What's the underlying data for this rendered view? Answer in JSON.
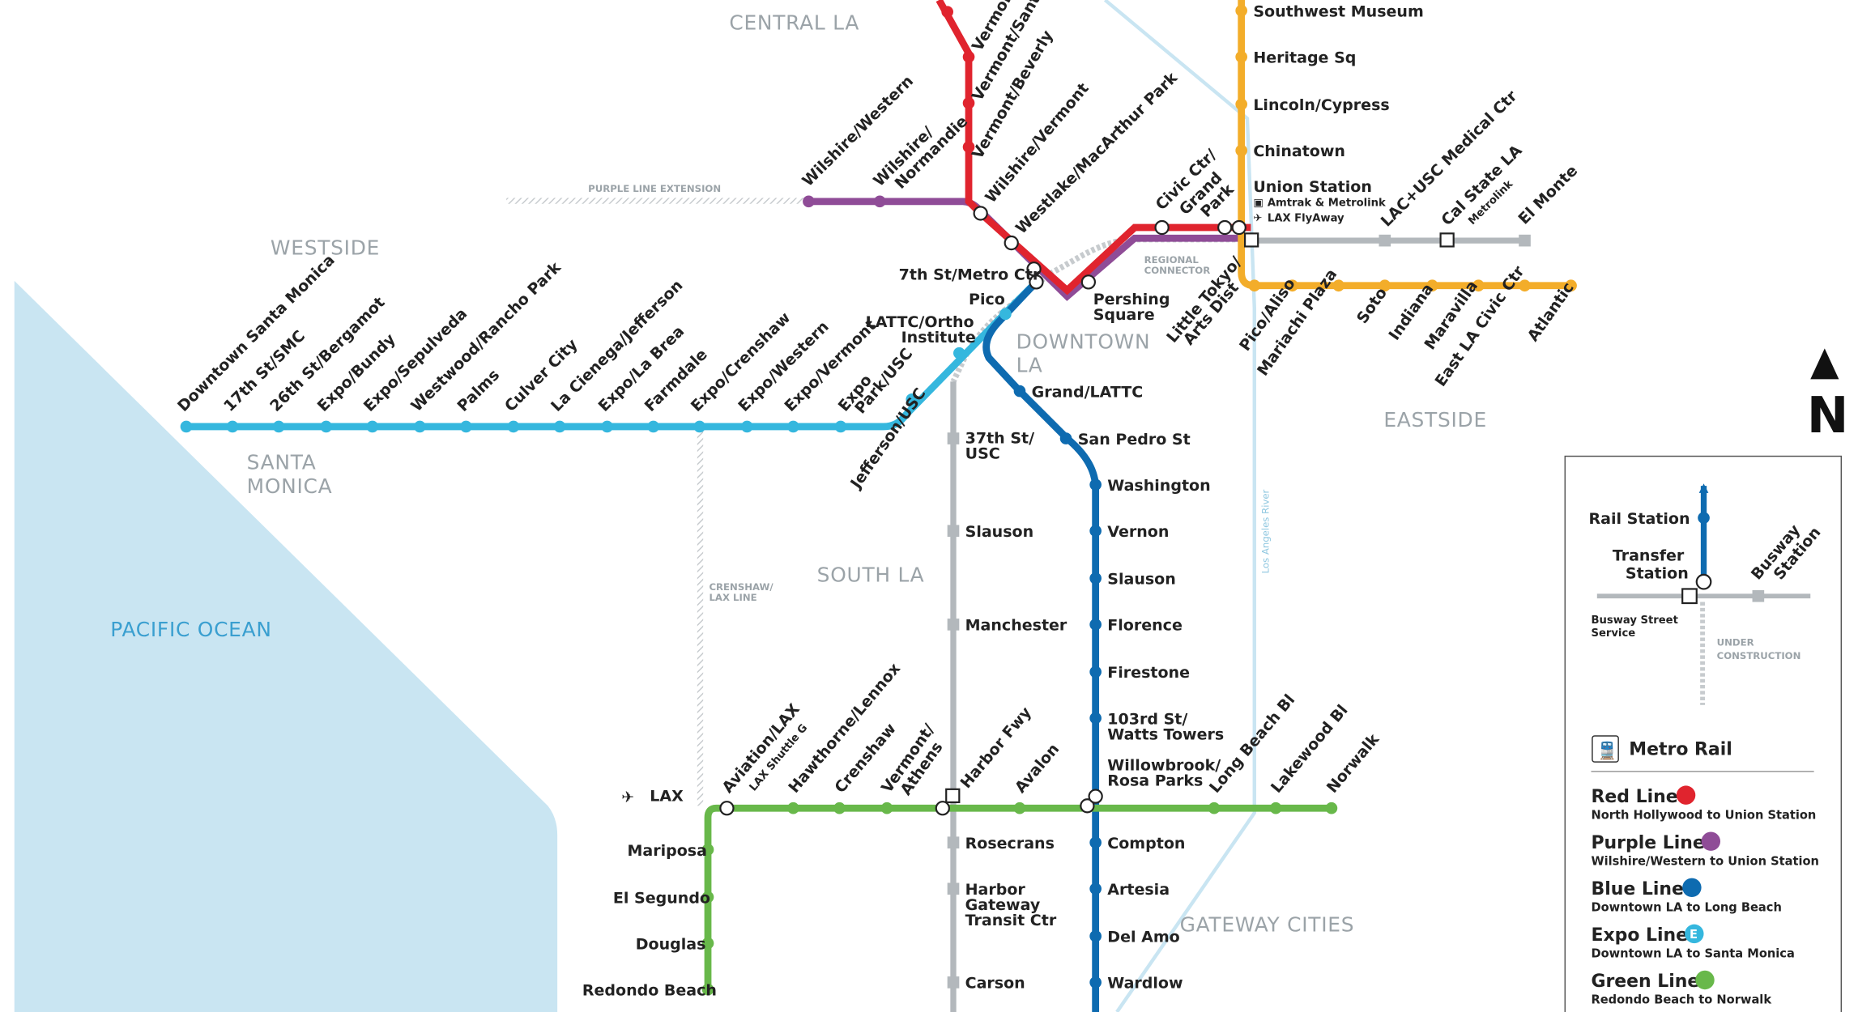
{
  "colors": {
    "red": "#e0242e",
    "purple": "#8f4c97",
    "blue": "#0e6bb0",
    "expo": "#35b7de",
    "green": "#68b84a",
    "gold": "#f3ad2a",
    "busway": "#b3b8bc",
    "ocean": "#c9e5f2",
    "region_text": "#9ba3a8"
  },
  "regions": {
    "central": "CENTRAL LA",
    "westside": "WESTSIDE",
    "santa_monica": [
      "SANTA",
      "MONICA"
    ],
    "downtown": [
      "DOWNTOWN",
      "LA"
    ],
    "eastside": "EASTSIDE",
    "south": "SOUTH LA",
    "gateway": "GATEWAY CITIES",
    "ocean": "PACIFIC OCEAN"
  },
  "annotations": {
    "purple_ext": "PURPLE LINE EXTENSION",
    "regional_connector": [
      "REGIONAL",
      "CONNECTOR"
    ],
    "crenshaw_lax": [
      "CRENSHAW/",
      "LAX LINE"
    ],
    "la_river": "Los Angeles River",
    "north_letter": "N"
  },
  "stations": {
    "red": [
      "Vermont/Sunset",
      "Vermont/Santa Monica",
      "Vermont/Beverly",
      "Wilshire/Vermont",
      "Westlake/MacArthur Park",
      "Civic Ctr/Grand Park"
    ],
    "red_labels": {
      "vermont_sunset": "Vermont/",
      "civic1": "Civic Ctr/",
      "civic2": "Grand",
      "civic3": "Park"
    },
    "purple": {
      "wilshire_western": "Wilshire/Western",
      "normandie1": "Wilshire/",
      "normandie2": "Normandie"
    },
    "hub": {
      "metro_ctr": "7th St/Metro Ctr",
      "pershing1": "Pershing",
      "pershing2": "Square",
      "pico": "Pico",
      "lattc1": "LATTC/Ortho",
      "lattc2": "Institute"
    },
    "gold_north": [
      "Southwest Museum",
      "Heritage Sq",
      "Lincoln/Cypress",
      "Chinatown"
    ],
    "union": {
      "name": "Union Station",
      "amtrak": "Amtrak & Metrolink",
      "flyaway": "LAX FlyAway"
    },
    "gold_east": [
      "Little Tokyo/Arts Dist",
      "Pico/Aliso",
      "Mariachi Plaza",
      "Soto",
      "Indiana",
      "Maravilla",
      "East LA Civic Ctr",
      "Atlantic"
    ],
    "little_tokyo": [
      "Little Tokyo/",
      "Arts Dist"
    ],
    "busway_east": [
      "LAC+USC Medical Ctr",
      "Cal State LA",
      "El Monte"
    ],
    "metrolink": "Metrolink",
    "expo": [
      "Downtown Santa Monica",
      "17th St/SMC",
      "26th St/Bergamot",
      "Expo/Bundy",
      "Expo/Sepulveda",
      "Westwood/Rancho Park",
      "Palms",
      "Culver City",
      "La Cienega/Jefferson",
      "Expo/La Brea",
      "Farmdale",
      "Expo/Crenshaw",
      "Expo/Western",
      "Expo/Vermont",
      "Expo Park/USC",
      "Jefferson/USC"
    ],
    "expo_park": [
      "Expo",
      "Park/USC"
    ],
    "blue": [
      "Grand/LATTC",
      "San Pedro St",
      "Washington",
      "Vernon",
      "Slauson",
      "Florence",
      "Firestone",
      "103rd St/Watts Towers",
      "Willowbrook/Rosa Parks",
      "Compton",
      "Artesia",
      "Del Amo",
      "Wardlow"
    ],
    "watts": [
      "103rd St/",
      "Watts Towers"
    ],
    "willowbrook": [
      "Willowbrook/",
      "Rosa Parks"
    ],
    "silver": [
      "37th St/USC",
      "Slauson",
      "Manchester",
      "Harbor Fwy",
      "Rosecrans",
      "Harbor Gateway Transit Ctr",
      "Carson"
    ],
    "usc37": [
      "37th St/",
      "USC"
    ],
    "harbor_gw": [
      "Harbor",
      "Gateway",
      "Transit Ctr"
    ],
    "green_main": [
      "Aviation/LAX",
      "Hawthorne/Lennox",
      "Crenshaw",
      "Vermont/Athens",
      "Harbor Fwy",
      "Avalon",
      "Long Beach Bl",
      "Lakewood Bl",
      "Norwalk"
    ],
    "vermont_athens": [
      "Vermont/",
      "Athens"
    ],
    "lax_shuttle": "LAX Shuttle G",
    "lax": "LAX",
    "green_south": [
      "Mariposa",
      "El Segundo",
      "Douglas",
      "Redondo Beach"
    ]
  },
  "legend": {
    "rail_station": "Rail Station",
    "transfer": [
      "Transfer",
      "Station"
    ],
    "busway": [
      "Busway",
      "Station"
    ],
    "busway_street": [
      "Busway Street",
      "Service"
    ],
    "under_construction": [
      "UNDER",
      "CONSTRUCTION"
    ],
    "metro_rail": "Metro Rail",
    "lines": [
      {
        "name": "Red Line",
        "desc": "North Hollywood to Union Station",
        "color": "#e0242e"
      },
      {
        "name": "Purple Line",
        "desc": "Wilshire/Western to Union Station",
        "color": "#8f4c97"
      },
      {
        "name": "Blue Line",
        "desc": "Downtown LA to Long Beach",
        "color": "#0e6bb0"
      },
      {
        "name": "Expo Line",
        "desc": "Downtown LA to Santa Monica",
        "color": "#35b7de",
        "badge": "E"
      },
      {
        "name": "Green Line",
        "desc": "Redondo Beach to Norwalk",
        "color": "#68b84a"
      }
    ]
  }
}
